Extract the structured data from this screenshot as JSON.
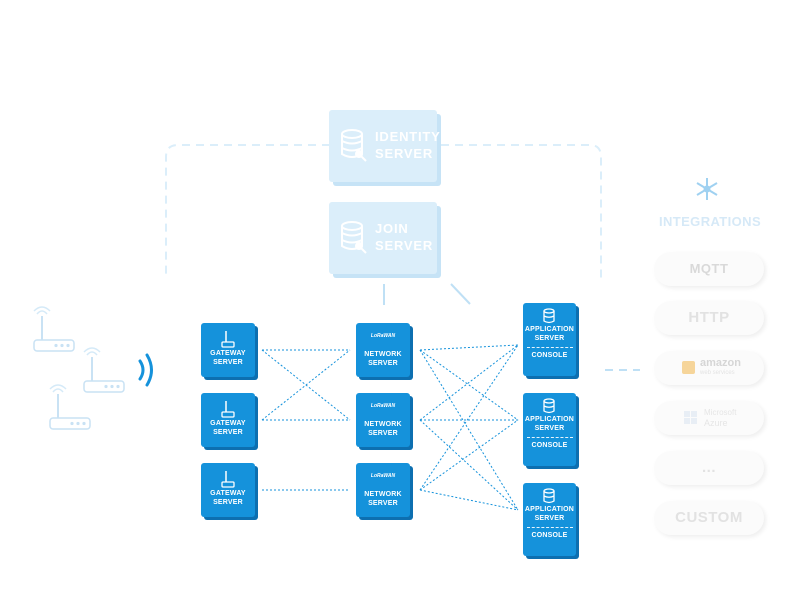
{
  "identity_server": {
    "line1": "IDENTITY",
    "line2": "SERVER"
  },
  "join_server": {
    "line1": "JOIN",
    "line2": "SERVER"
  },
  "gateway_server": {
    "line1": "GATEWAY",
    "line2": "SERVER"
  },
  "network_server": {
    "brand": "LoRaWAN",
    "line1": "NETWORK",
    "line2": "SERVER"
  },
  "application_server": {
    "line1": "APPLICATION",
    "line2": "SERVER",
    "console": "CONSOLE"
  },
  "integrations": {
    "title": "INTEGRATIONS",
    "items": [
      {
        "label": "MQTT"
      },
      {
        "label": "HTTP"
      },
      {
        "label": "amazon",
        "sublabel": "web services"
      },
      {
        "label": "Microsoft",
        "sublabel": "Azure"
      },
      {
        "label": "..."
      },
      {
        "label": "CUSTOM"
      }
    ]
  },
  "colors": {
    "accent": "#1592db",
    "accent_dark": "#0d6fb0",
    "faded": "#dbeefa",
    "link": "#1592db",
    "integration_text": "#e2e2e2"
  }
}
